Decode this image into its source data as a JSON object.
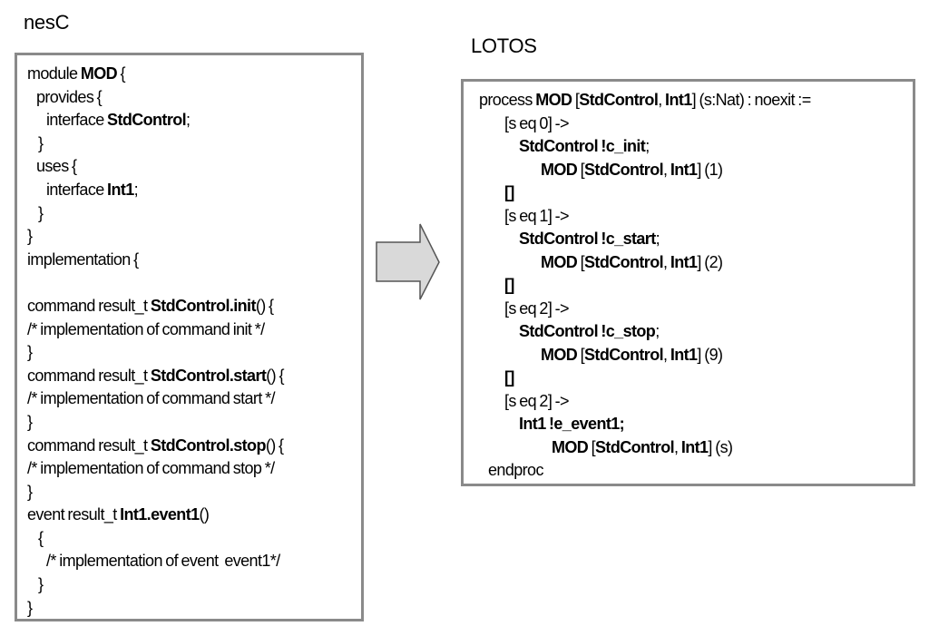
{
  "nesc": {
    "title": "nesC",
    "lines": [
      [
        {
          "t": "module "
        },
        {
          "t": "MOD",
          "b": true
        },
        {
          "t": " {"
        }
      ],
      [
        {
          "t": "provides {"
        }
      ],
      [
        {
          "t": "interface "
        },
        {
          "t": "StdControl",
          "b": true
        },
        {
          "t": ";"
        }
      ],
      [
        {
          "t": "}"
        }
      ],
      [
        {
          "t": "uses {"
        }
      ],
      [
        {
          "t": "interface "
        },
        {
          "t": "Int1",
          "b": true
        },
        {
          "t": ";"
        }
      ],
      [
        {
          "t": "}"
        }
      ],
      [
        {
          "t": "}"
        }
      ],
      [
        {
          "t": "implementation {"
        }
      ],
      [
        {
          "t": " "
        }
      ],
      [
        {
          "t": "command result_t "
        },
        {
          "t": "StdControl.init",
          "b": true
        },
        {
          "t": "() {"
        }
      ],
      [
        {
          "t": "/* implementation of command init */"
        }
      ],
      [
        {
          "t": "}"
        }
      ],
      [
        {
          "t": "command result_t "
        },
        {
          "t": "StdControl.start",
          "b": true
        },
        {
          "t": "() {"
        }
      ],
      [
        {
          "t": "/* implementation of command start */"
        }
      ],
      [
        {
          "t": "}"
        }
      ],
      [
        {
          "t": "command result_t "
        },
        {
          "t": "StdControl.stop",
          "b": true
        },
        {
          "t": "() {"
        }
      ],
      [
        {
          "t": "/* implementation of command stop */"
        }
      ],
      [
        {
          "t": "}"
        }
      ],
      [
        {
          "t": "event result_t "
        },
        {
          "t": "Int1.event1",
          "b": true
        },
        {
          "t": "()"
        }
      ],
      [
        {
          "t": "{"
        }
      ],
      [
        {
          "t": "/* implementation of event  event1*/"
        }
      ],
      [
        {
          "t": "}"
        }
      ],
      [
        {
          "t": "}"
        }
      ]
    ]
  },
  "lotos": {
    "title": "LOTOS",
    "lines": [
      [
        {
          "t": "process "
        },
        {
          "t": "MOD",
          "b": true
        },
        {
          "t": " ["
        },
        {
          "t": "StdControl",
          "b": true
        },
        {
          "t": ", "
        },
        {
          "t": "Int1",
          "b": true
        },
        {
          "t": "] (s:Nat) : noexit :="
        }
      ],
      [
        {
          "t": "[s eq 0] ->"
        }
      ],
      [
        {
          "t": "StdControl !c_init",
          "b": true
        },
        {
          "t": ";"
        }
      ],
      [
        {
          "t": "MOD",
          "b": true
        },
        {
          "t": " ["
        },
        {
          "t": "StdControl",
          "b": true
        },
        {
          "t": ", "
        },
        {
          "t": "Int1",
          "b": true
        },
        {
          "t": "] (1)"
        }
      ],
      [
        {
          "t": "[]",
          "b": true
        }
      ],
      [
        {
          "t": "[s eq 1] ->"
        }
      ],
      [
        {
          "t": "StdControl !c_start",
          "b": true
        },
        {
          "t": ";"
        }
      ],
      [
        {
          "t": "MOD",
          "b": true
        },
        {
          "t": " ["
        },
        {
          "t": "StdControl",
          "b": true
        },
        {
          "t": ", "
        },
        {
          "t": "Int1",
          "b": true
        },
        {
          "t": "] (2)"
        }
      ],
      [
        {
          "t": "[]",
          "b": true
        }
      ],
      [
        {
          "t": "[s eq 2] ->"
        }
      ],
      [
        {
          "t": "StdControl !c_stop",
          "b": true
        },
        {
          "t": ";"
        }
      ],
      [
        {
          "t": "MOD",
          "b": true
        },
        {
          "t": " ["
        },
        {
          "t": "StdControl",
          "b": true
        },
        {
          "t": ", "
        },
        {
          "t": "Int1",
          "b": true
        },
        {
          "t": "] (9)"
        }
      ],
      [
        {
          "t": "[]",
          "b": true
        }
      ],
      [
        {
          "t": "[s eq 2] ->"
        }
      ],
      [
        {
          "t": "Int1 !e_event1;",
          "b": true
        }
      ],
      [
        {
          "t": "MOD",
          "b": true
        },
        {
          "t": " ["
        },
        {
          "t": "StdControl",
          "b": true
        },
        {
          "t": ", "
        },
        {
          "t": "Int1",
          "b": true
        },
        {
          "t": "] (s)"
        }
      ],
      [
        {
          "t": "endproc"
        }
      ]
    ]
  },
  "colors": {
    "box_border": "#8a8a8a",
    "arrow_fill": "#d9d9d9",
    "arrow_stroke": "#555555"
  },
  "icons": {
    "arrow": "right-arrow-icon"
  }
}
